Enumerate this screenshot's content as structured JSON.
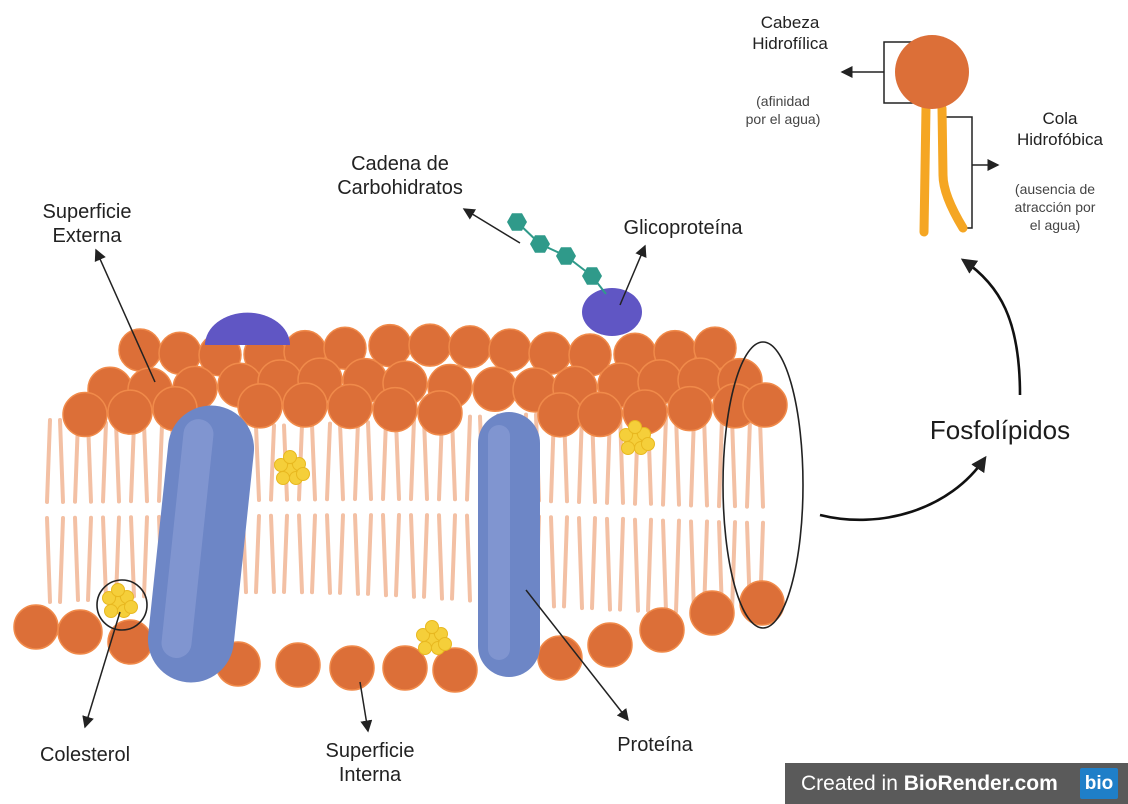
{
  "labels": {
    "cadena": [
      "Cadena de",
      "Carbohidratos"
    ],
    "superficie_externa": [
      "Superficie",
      "Externa"
    ],
    "glicoproteina": "Glicoproteína",
    "fosfolipidos": "Fosfolípidos",
    "colesterol": "Colesterol",
    "superficie_interna": [
      "Superficie",
      "Interna"
    ],
    "proteina": "Proteína",
    "cabeza": [
      "Cabeza",
      "Hidrofílica"
    ],
    "cabeza_note": [
      "(afinidad",
      "por el agua)"
    ],
    "cola": [
      "Cola",
      "Hidrofóbica"
    ],
    "cola_note": [
      "(ausencia de",
      "atracción por",
      "el agua)"
    ]
  },
  "badge": {
    "prefix": "Created in ",
    "brand": "BioRender.com",
    "logo": "bio"
  },
  "colors": {
    "head": "#dc6f38",
    "head_stroke": "#f08a4a",
    "tail": "#f3c0a4",
    "protein": "#6d86c6",
    "glyco": "#6056c4",
    "carb": "#2f9a8a",
    "chol": "#f5cf3a",
    "single_tail": "#f5a623"
  }
}
